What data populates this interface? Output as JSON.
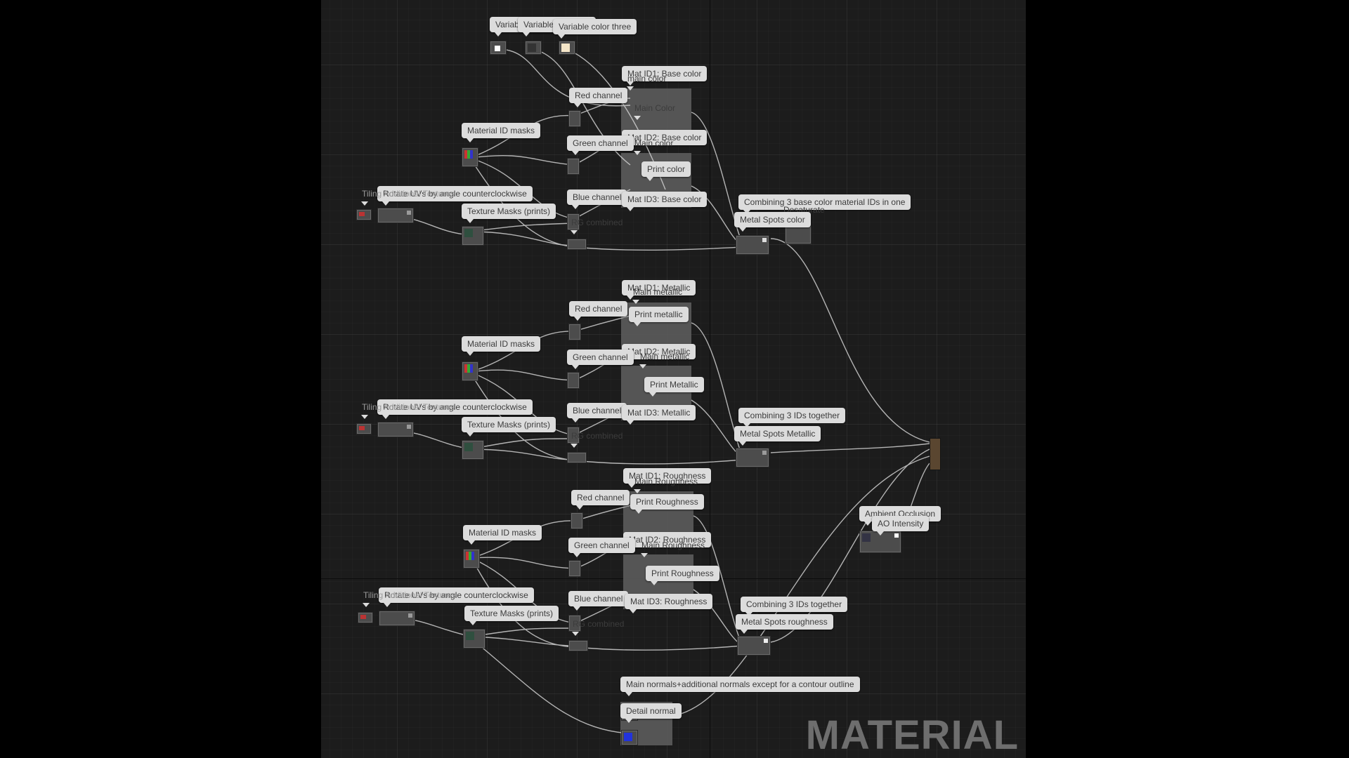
{
  "graph": {
    "watermark": "MATERIAL",
    "sections": {
      "color": {
        "variables": [
          "Variable color one",
          "Variable color two",
          "Variable color three"
        ],
        "mat_id1": "Mat ID1: Base color",
        "main_color_a": "main color",
        "main_color_b": "Main Color",
        "mat_id2": "Mat ID2: Base color",
        "main_color_c": "Main color",
        "print_color": "Print color",
        "mat_id3": "Mat ID3: Base color",
        "combining": "Combining 3 base color material IDs in one",
        "desaturate": "Desaturate",
        "metal_spots": "Metal Spots color",
        "material_id_masks": "Material ID masks",
        "red_channel": "Red channel",
        "green_channel": "Green channel",
        "blue_channel": "Blue channel",
        "rg_combined": "RG combined",
        "texture_masks": "Texture Masks (prints)",
        "tiling_rotate": "Tiling Additional Textures",
        "rotate_uv": "Rotate UVs by angle counterclockwise"
      },
      "metallic": {
        "mat_id1": "Mat ID1: Metallic",
        "main_a": "Main metallic",
        "print_a": "Print metallic",
        "mat_id2": "Mat ID2: Metallic",
        "main_b": "Main metallic",
        "print_b": "Print Metallic",
        "mat_id3": "Mat ID3: Metallic",
        "combining": "Combining 3 IDs together",
        "metal_spots": "Metal Spots Metallic",
        "material_id_masks": "Material ID masks",
        "red_channel": "Red channel",
        "green_channel": "Green channel",
        "blue_channel": "Blue channel",
        "rg_combined": "RG combined",
        "texture_masks": "Texture Masks (prints)",
        "tiling_rotate": "Tiling Additional Textures",
        "rotate_uv": "Rotate UVs by angle counterclockwise"
      },
      "roughness": {
        "mat_id1": "Mat ID1: Roughness",
        "main_a": "Main Roughness",
        "print_a": "Print Roughness",
        "mat_id2": "Mat ID2: Roughness",
        "main_b": "Main Roughness",
        "print_b": "Print Roughness",
        "mat_id3": "Mat ID3: Roughness",
        "combining": "Combining 3 IDs together",
        "metal_spots": "Metal Spots roughness",
        "material_id_masks": "Material ID masks",
        "red_channel": "Red channel",
        "green_channel": "Green channel",
        "blue_channel": "Blue channel",
        "rg_combined": "RG combined",
        "texture_masks": "Texture Masks (prints)",
        "tiling_rotate": "Tiling Additional Textures",
        "rotate_uv": "Rotate UVs by angle counterclockwise"
      },
      "ao": {
        "ambient_occlusion": "Ambient Occlusion",
        "ao_intensity": "AO Intensity"
      },
      "normals": {
        "main_normals": "Main normals+additional normals except for a contour outline",
        "detail_normal": "Detail normal"
      }
    }
  }
}
